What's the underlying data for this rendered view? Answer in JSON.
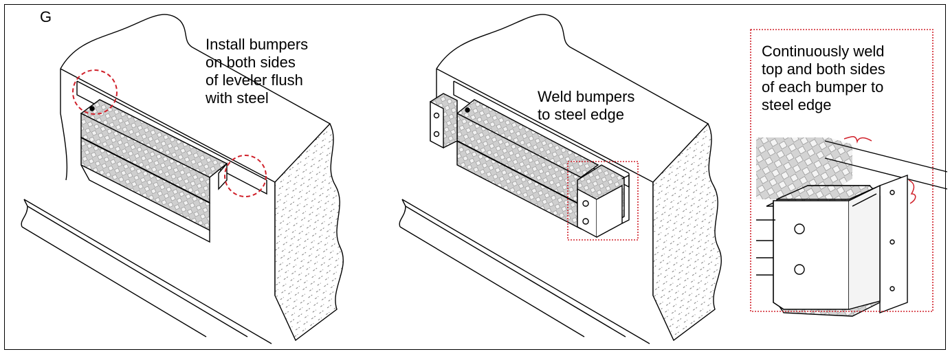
{
  "step_label": "G",
  "panels": [
    {
      "caption": "Install bumpers\non both sides\nof leveler flush\nwith steel"
    },
    {
      "caption": "Weld bumpers\nto steel edge"
    },
    {
      "caption": "Continuously weld\ntop and both sides\nof each bumper to\nsteel edge"
    }
  ],
  "colors": {
    "callout": "#d0202a",
    "line": "#000000"
  }
}
